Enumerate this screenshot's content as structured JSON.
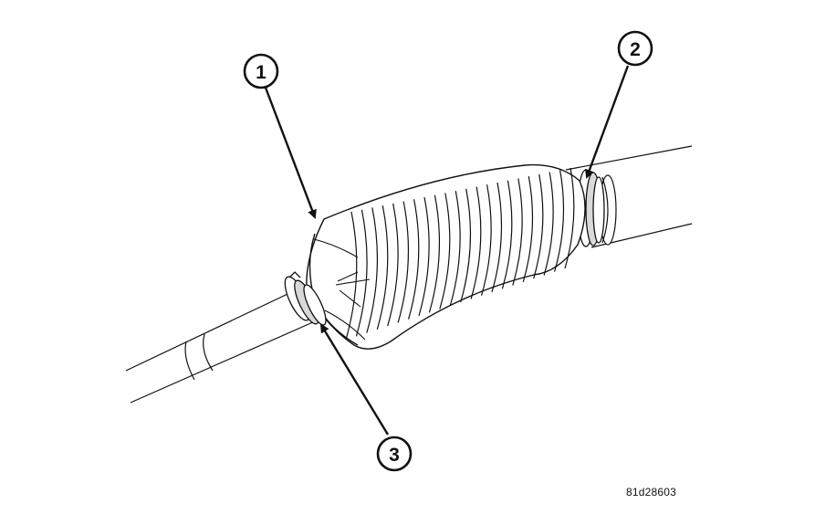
{
  "callouts": [
    {
      "number": "1"
    },
    {
      "number": "2"
    },
    {
      "number": "3"
    }
  ],
  "figure_code": "81d28603",
  "colors": {
    "line": "#111111",
    "fill": "#ffffff",
    "shade": "#d9d9d9"
  }
}
